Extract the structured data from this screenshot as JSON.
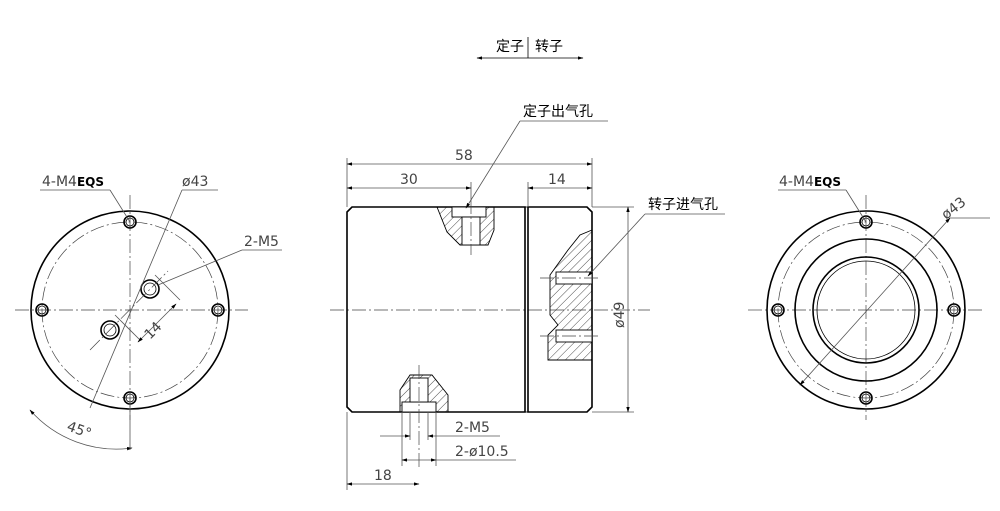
{
  "direction": {
    "stator": "定子",
    "rotor": "转子"
  },
  "callouts": {
    "stator_outlet": "定子出气孔",
    "rotor_inlet": "转子进气孔"
  },
  "left_view": {
    "holes_prefix": "4-M4",
    "holes_suffix": "EQS",
    "pcd": "ø43",
    "tap": "2-M5",
    "spacing": "14",
    "angle": "45°"
  },
  "front_view": {
    "overall_length": "58",
    "stator_hole_pos": "30",
    "rotor_hole_pos": "14",
    "diameter": "ø49",
    "hole_tap": "2-M5",
    "counterbore": "2-ø10.5",
    "bottom_pos": "18"
  },
  "right_view": {
    "holes_prefix": "4-M4",
    "holes_suffix": "EQS",
    "pcd": "ø43"
  }
}
